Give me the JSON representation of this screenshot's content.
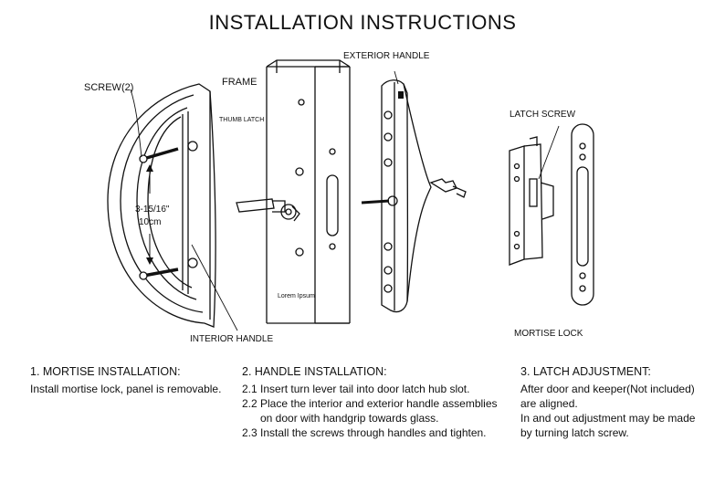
{
  "title": "INSTALLATION INSTRUCTIONS",
  "labels": {
    "screw": "SCREW(2)",
    "frame": "FRAME",
    "thumb_latch": "THUMB LATCH",
    "exterior_handle": "EXTERIOR HANDLE",
    "latch_screw": "LATCH SCREW",
    "dimension_in": "3-15/16\"",
    "dimension_cm": "10cm",
    "lorem": "Lorem Ipsum",
    "interior_handle": "INTERIOR HANDLE",
    "mortise_lock": "MORTISE LOCK"
  },
  "steps": [
    {
      "heading": "1. MORTISE INSTALLATION:",
      "lines": [
        "Install mortise lock, panel is removable."
      ]
    },
    {
      "heading": "2. HANDLE INSTALLATION:",
      "lines": [
        "2.1 Insert turn lever tail into door latch hub slot.",
        "2.2 Place the interior and exterior handle assemblies",
        "on door with handgrip towards glass.",
        "2.3 Install the screws through handles and tighten."
      ]
    },
    {
      "heading": "3. LATCH ADJUSTMENT:",
      "lines": [
        "After door and keeper(Not included)",
        "are aligned.",
        "In and out adjustment may be made",
        "by turning latch screw."
      ]
    }
  ]
}
